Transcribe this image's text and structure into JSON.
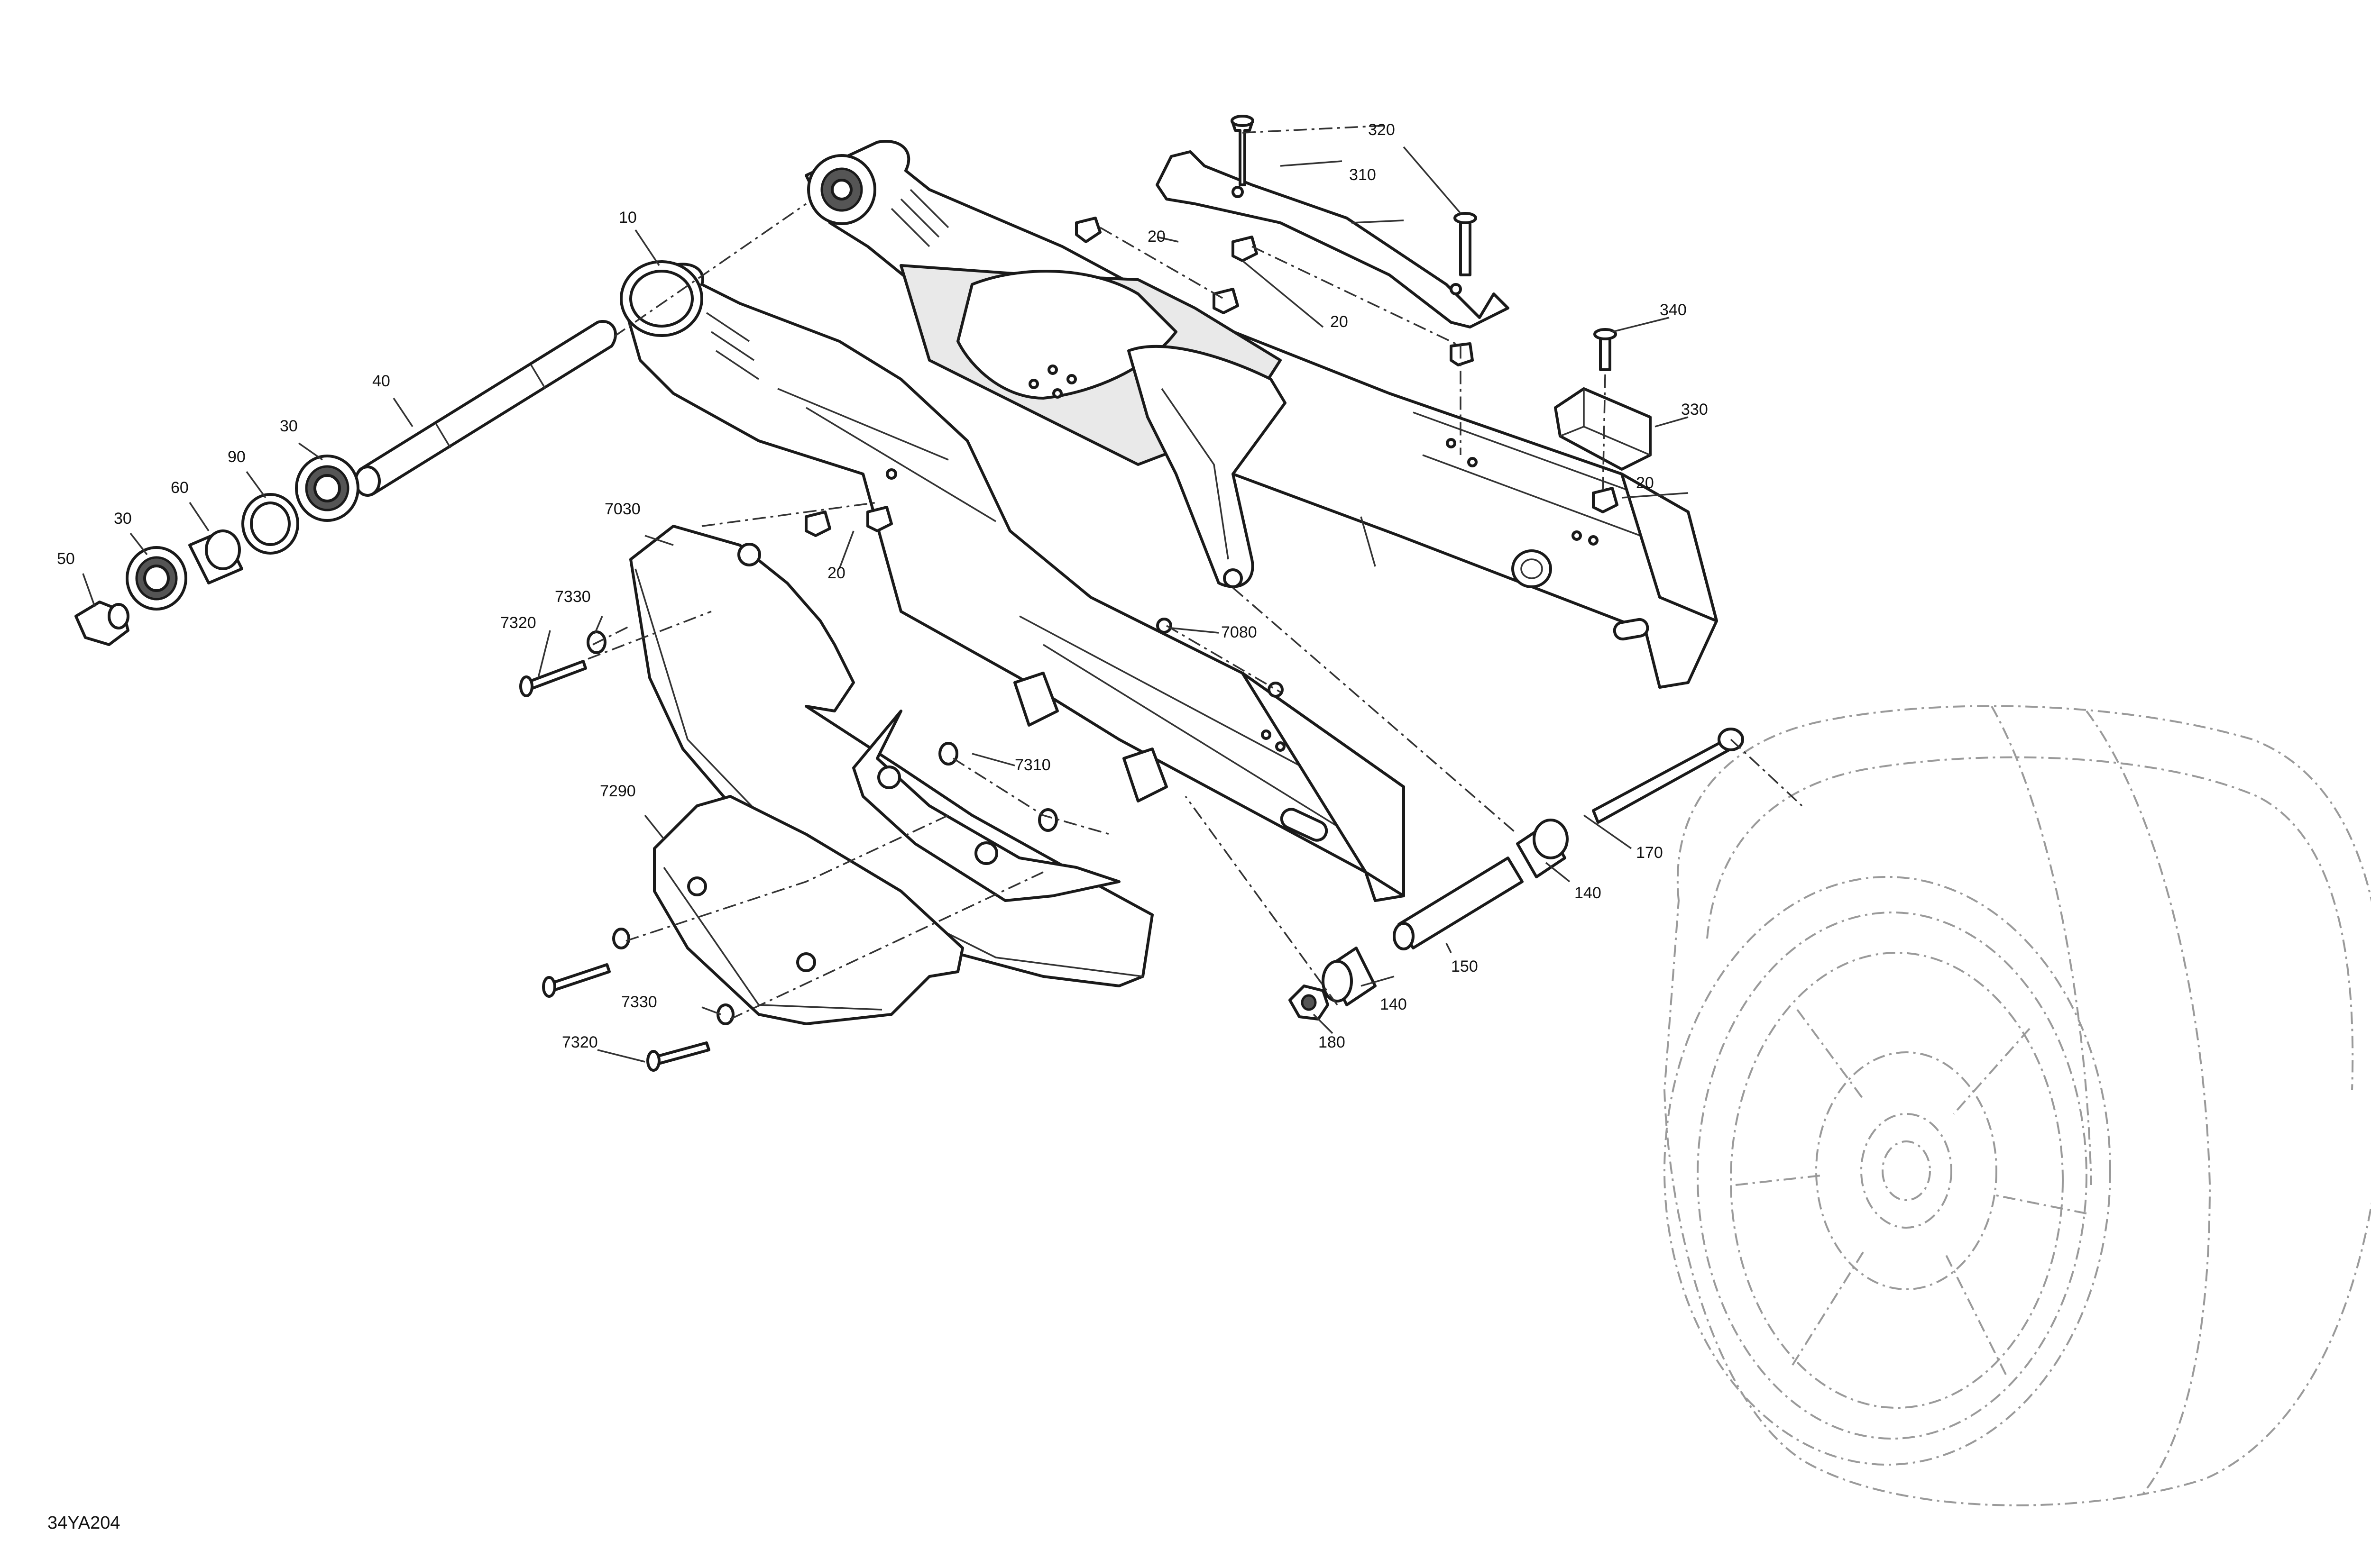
{
  "diagram": {
    "doc_id": "34YA204",
    "callouts": {
      "c10": "10",
      "c20a": "20",
      "c20b": "20",
      "c20c": "20",
      "c20d": "20",
      "c30a": "30",
      "c30b": "30",
      "c40": "40",
      "c50": "50",
      "c60": "60",
      "c90": "90",
      "c140a": "140",
      "c140b": "140",
      "c150": "150",
      "c170": "170",
      "c180": "180",
      "c310": "310",
      "c320": "320",
      "c330": "330",
      "c340": "340",
      "c7030": "7030",
      "c7080": "7080",
      "c7290": "7290",
      "c7310": "7310",
      "c7320a": "7320",
      "c7320b": "7320",
      "c7330a": "7330",
      "c7330b": "7330"
    }
  }
}
